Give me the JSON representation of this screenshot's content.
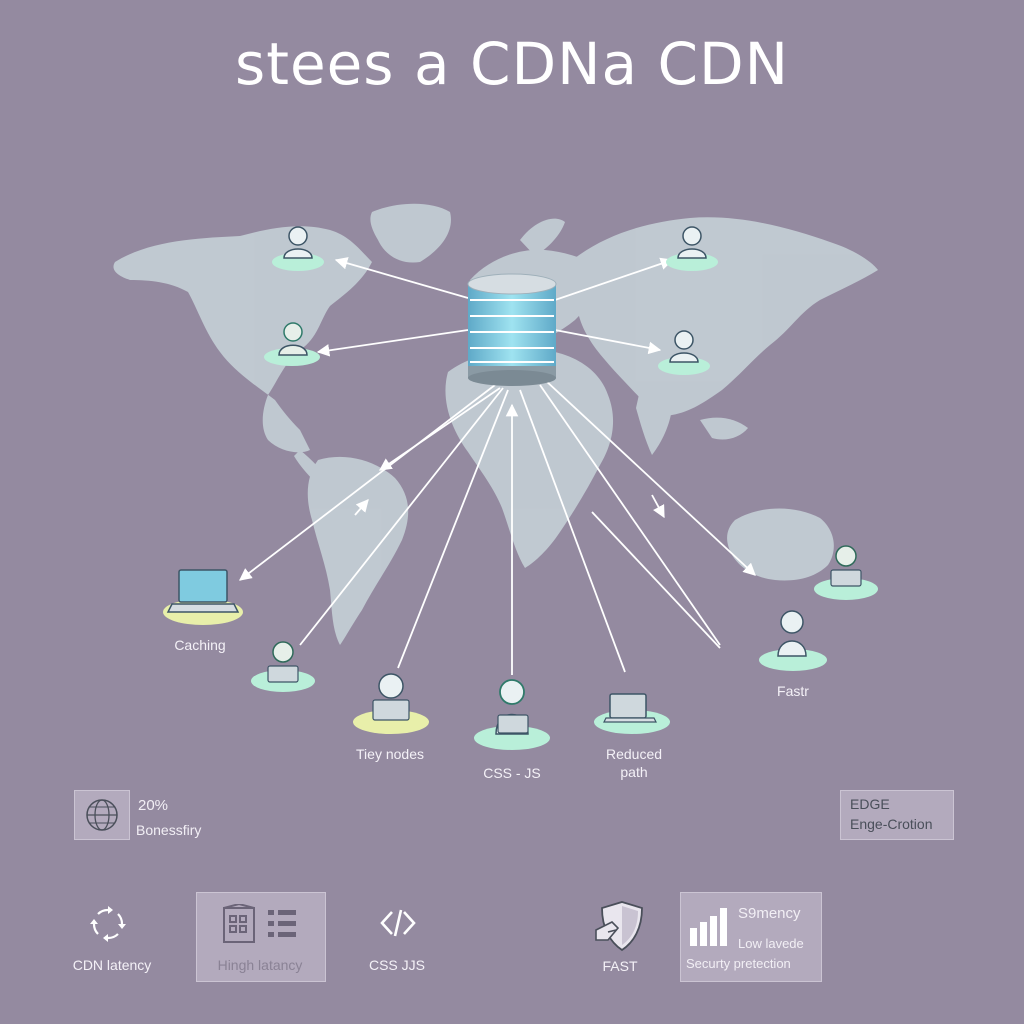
{
  "title": "stees a CDNa CDN",
  "colors": {
    "background": "#948aa0",
    "map": "#c4cfd6",
    "pad_teal": "#b9efd9",
    "pad_yellow": "#e8efaa",
    "server_teal": "#7fcbe0",
    "arrow": "#ffffff"
  },
  "nodes": {
    "caching": "Caching",
    "tiny_nodes": "Tiey nodes",
    "css_js": "CSS - JS",
    "reduced_path": "Reduced\npath",
    "faster": "Fastr"
  },
  "stat_box": {
    "value": "20%",
    "label": "Bonessfiry"
  },
  "edge_box": {
    "line1": "EDGE",
    "line2": "Enge-Crotion"
  },
  "features": [
    {
      "label": "CDN latency",
      "icon": "refresh-icon"
    },
    {
      "label": "Hingh latancy",
      "icon": "server-rack-icon"
    },
    {
      "label": "CSS JJS",
      "icon": "code-icon"
    },
    {
      "label": "FAST",
      "icon": "shield-icon"
    }
  ],
  "security_box": {
    "line1": "S9mency",
    "line2": "Low lavede",
    "line3": "Securty pretection",
    "icon": "bar-chart-icon"
  }
}
